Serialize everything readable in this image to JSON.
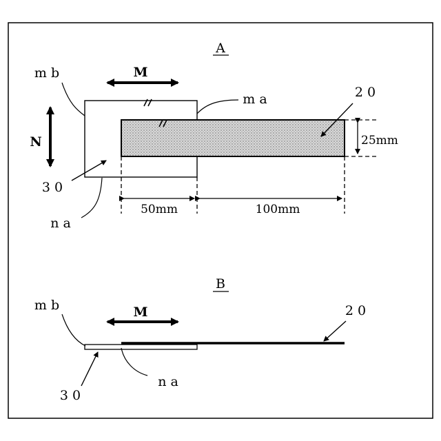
{
  "figure": {
    "panel_a": {
      "title": "A",
      "label_mb": "m b",
      "label_ma": "m a",
      "label_na": "n a",
      "label_30": "3 0",
      "label_20": "2 0",
      "arrow_m": "M",
      "arrow_n": "N",
      "dim_width": "25mm",
      "dim_overlap": "50mm",
      "dim_free": "100mm"
    },
    "panel_b": {
      "title": "B",
      "label_mb": "m b",
      "label_na": "n a",
      "label_30": "3 0",
      "label_20": "2 0",
      "arrow_m": "M"
    }
  },
  "colors": {
    "ink": "#000000",
    "paper": "#ffffff",
    "stipple": "#c8c8c8"
  }
}
